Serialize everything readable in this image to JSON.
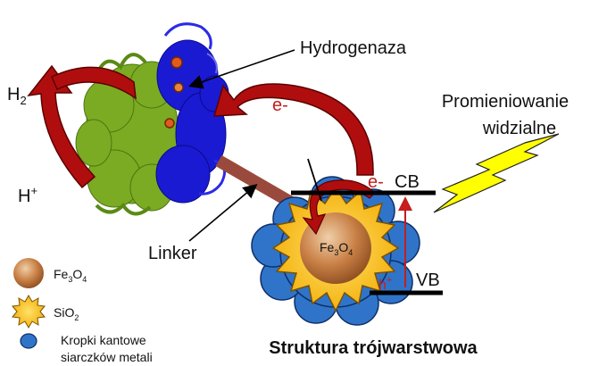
{
  "labels": {
    "hydrogenase": "Hydrogenaza",
    "radiation_line1": "Promieniowanie",
    "radiation_line2": "widzialne",
    "linker": "Linker",
    "cb": "CB",
    "vb": "VB",
    "electron_top": "e-",
    "electron_cb": "e-",
    "hole": "h",
    "hole_sup": "+",
    "h2_main": "H",
    "h2_sub": "2",
    "hplus_main": "H",
    "hplus_sup": "+",
    "core_main": "Fe",
    "core_sub1": "3",
    "core_mid": "O",
    "core_sub2": "4",
    "title": "Struktura trójwarstwowa"
  },
  "legend": [
    {
      "main": "Fe",
      "sub1": "3",
      "mid": "O",
      "sub2": "4"
    },
    {
      "main": "SiO",
      "sub1": "2"
    },
    {
      "line1": "Kropki kantowe",
      "line2": "siarczków metali"
    }
  ],
  "colors": {
    "arrow_red": "#b00e0e",
    "arrow_dark": "#6e0000",
    "protein_green": "#7aab23",
    "protein_blue": "#1a1ad2",
    "shell_blue": "#2f74c9",
    "star_gold": "#f7b80e",
    "core_brown": "#b86a32",
    "linker_brown": "#9a4a3c",
    "lightning_yellow": "#ffff00",
    "text_red": "#c41e1e"
  },
  "icons": [
    "fe3o4-sphere-icon",
    "sio2-star-icon",
    "quantum-dot-icon",
    "lightning-bolt-icon"
  ]
}
